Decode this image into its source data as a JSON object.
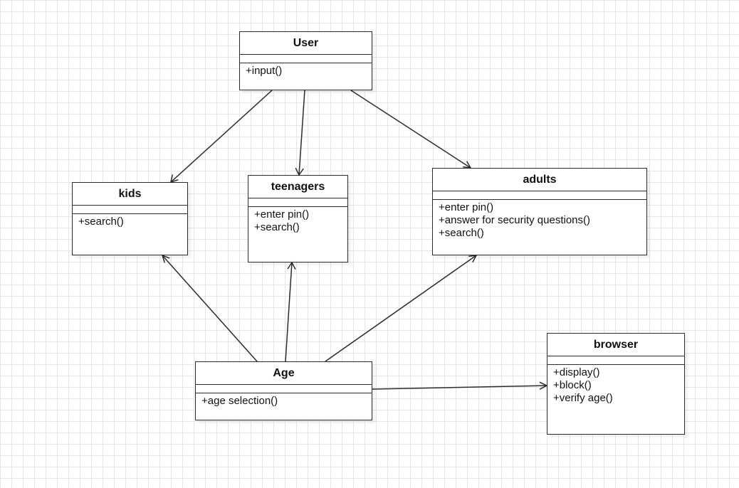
{
  "classes": [
    {
      "id": "user",
      "name": "User",
      "attributes": [],
      "operations": [
        "+input()"
      ]
    },
    {
      "id": "kids",
      "name": "kids",
      "attributes": [],
      "operations": [
        "+search()"
      ]
    },
    {
      "id": "teenagers",
      "name": "teenagers",
      "attributes": [],
      "operations": [
        "+enter pin()",
        "+search()"
      ]
    },
    {
      "id": "adults",
      "name": "adults",
      "attributes": [],
      "operations": [
        "+enter pin()",
        "+answer for security questions()",
        "+search()"
      ]
    },
    {
      "id": "age",
      "name": "Age",
      "attributes": [],
      "operations": [
        "+age selection()"
      ]
    },
    {
      "id": "browser",
      "name": "browser",
      "attributes": [],
      "operations": [
        "+display()",
        "+block()",
        "+verify age()"
      ]
    }
  ],
  "associations": [
    {
      "from": "user",
      "to": "kids",
      "type": "directed"
    },
    {
      "from": "user",
      "to": "teenagers",
      "type": "directed"
    },
    {
      "from": "user",
      "to": "adults",
      "type": "directed"
    },
    {
      "from": "age",
      "to": "kids",
      "type": "directed"
    },
    {
      "from": "age",
      "to": "teenagers",
      "type": "directed"
    },
    {
      "from": "age",
      "to": "adults",
      "type": "directed"
    },
    {
      "from": "age",
      "to": "browser",
      "type": "directed"
    }
  ],
  "colors": {
    "line": "#2b2b2b",
    "grid": "#e6e6e6",
    "box_fill": "#ffffff"
  }
}
